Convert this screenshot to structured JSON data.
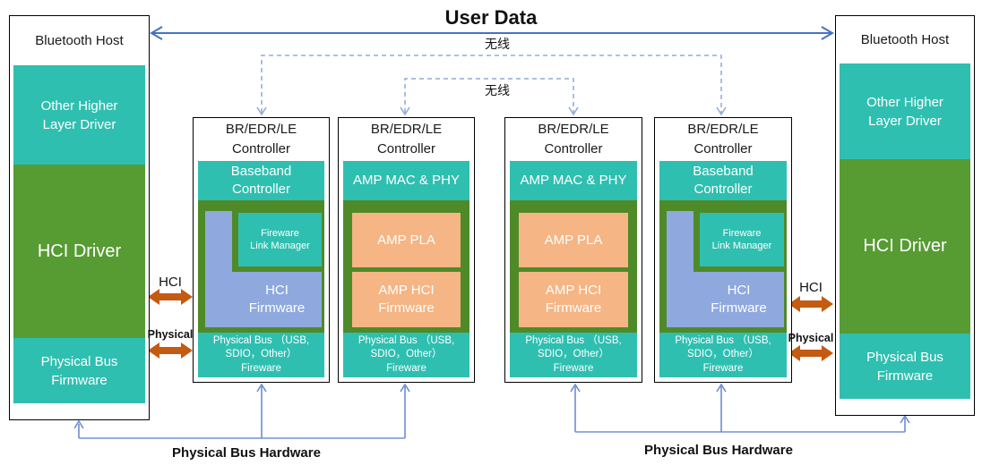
{
  "colors": {
    "teal": "#2FBFB0",
    "green-host": "#579B33",
    "green-ctrl": "#4F8A28",
    "periwinkle": "#8FA9DE",
    "orange-box": "#F5B584",
    "orange-arrow": "#C55A11",
    "blue-arrow": "#4472C4",
    "dashed-blue": "#8EAADB",
    "connector-blue": "#97ACE2",
    "connector-arrow": "#6C8CD5"
  },
  "top": {
    "user_data": "User Data",
    "wireless_outer": "无线",
    "wireless_inner": "无线"
  },
  "hosts": {
    "left": {
      "title": "Bluetooth Host",
      "layers": [
        [
          "Other Higher",
          "Layer Driver"
        ],
        [
          "HCI Driver"
        ],
        [
          "Physical Bus",
          "Firmware"
        ]
      ]
    },
    "right": {
      "title": "Bluetooth Host",
      "layers": [
        [
          "Other Higher",
          "Layer Driver"
        ],
        [
          "HCI Driver"
        ],
        [
          "Physical Bus",
          "Firmware"
        ]
      ]
    }
  },
  "controllers": [
    {
      "title": [
        "BR/EDR/LE",
        "Controller"
      ],
      "header": [
        "Baseband",
        "Controller"
      ],
      "link_manager": [
        "Fireware",
        "Link Manager"
      ],
      "hci_firmware": [
        "HCI",
        "Firmware"
      ],
      "bus": [
        "Physical Bus （USB,",
        "SDIO，Other）",
        "Fireware"
      ]
    },
    {
      "title": [
        "BR/EDR/LE",
        "Controller"
      ],
      "header": [
        "AMP MAC & PHY"
      ],
      "amp_pla": [
        "AMP PLA"
      ],
      "amp_hci": [
        "AMP HCI",
        "Firmware"
      ],
      "bus": [
        "Physical Bus （USB,",
        "SDIO，Other）",
        "Fireware"
      ]
    },
    {
      "title": [
        "BR/EDR/LE",
        "Controller"
      ],
      "header": [
        "AMP MAC & PHY"
      ],
      "amp_pla": [
        "AMP PLA"
      ],
      "amp_hci": [
        "AMP HCI",
        "Firmware"
      ],
      "bus": [
        "Physical Bus （USB,",
        "SDIO，Other）",
        "Fireware"
      ]
    },
    {
      "title": [
        "BR/EDR/LE",
        "Controller"
      ],
      "header": [
        "Baseband",
        "Controller"
      ],
      "link_manager": [
        "Fireware",
        "Link Manager"
      ],
      "hci_firmware": [
        "HCI",
        "Firmware"
      ],
      "bus": [
        "Physical Bus （USB,",
        "SDIO，Other）",
        "Fireware"
      ]
    }
  ],
  "channels": {
    "left": {
      "hci": "HCI",
      "physical": "Physical"
    },
    "right": {
      "hci": "HCI",
      "physical": "Physical"
    }
  },
  "bottom": {
    "left_label": "Physical Bus Hardware",
    "right_label": "Physical Bus Hardware"
  }
}
